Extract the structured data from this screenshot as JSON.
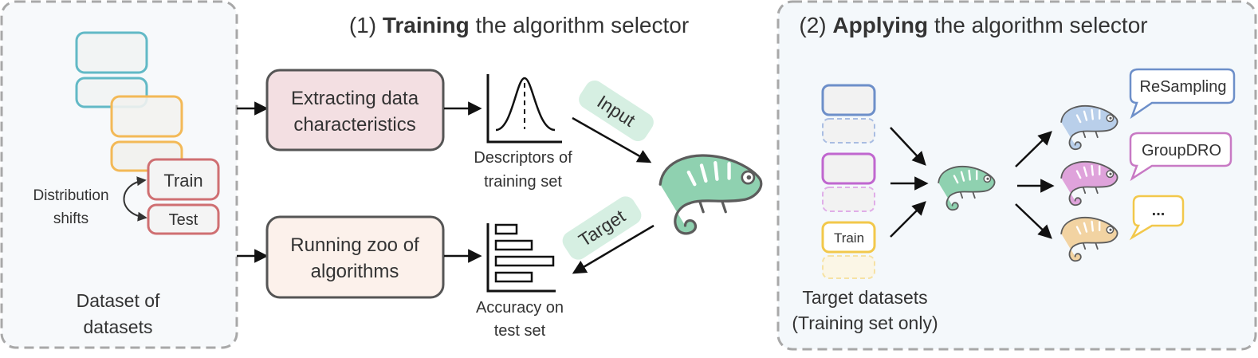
{
  "section1": {
    "title_prefix": "(1) ",
    "title_bold": "Training",
    "title_suffix": " the algorithm selector"
  },
  "section2": {
    "title_prefix": "(2) ",
    "title_bold": "Applying",
    "title_suffix": " the algorithm selector"
  },
  "dataset_panel": {
    "train_label": "Train",
    "test_label": "Test",
    "shift_label_line1": "Distribution",
    "shift_label_line2": "shifts",
    "caption_line1": "Dataset of",
    "caption_line2": "datasets"
  },
  "process_extract": {
    "line1": "Extracting data",
    "line2": "characteristics"
  },
  "process_zoo": {
    "line1": "Running zoo of",
    "line2": "algorithms"
  },
  "descriptors": {
    "line1": "Descriptors of",
    "line2": "training set"
  },
  "accuracy": {
    "line1": "Accuracy on",
    "line2": "test set"
  },
  "input_tag": "Input",
  "target_tag": "Target",
  "target_datasets": {
    "train_label": "Train",
    "caption_line1": "Target datasets",
    "caption_line2": "(Training set only)"
  },
  "outputs": [
    {
      "label": "ReSampling",
      "color": "#7f9cc9",
      "fill": "#b9cfea"
    },
    {
      "label": "GroupDRO",
      "color": "#c879c4",
      "fill": "#dfa3db"
    },
    {
      "label": "...",
      "color": "#f2c84b",
      "fill": "#f2d3a2"
    }
  ],
  "colors": {
    "teal": "#62b9c6",
    "orange": "#f3b957",
    "red": "#cf6f72",
    "blue": "#6d8fc9",
    "purple": "#c067cf",
    "yellow": "#f2c84b",
    "chameleon": "#8fd1b0",
    "tag": "#d6efe2",
    "extract_fill": "#f3dfe2",
    "zoo_fill": "#fcf1eb",
    "panel_fill": "#f4f8fb"
  }
}
